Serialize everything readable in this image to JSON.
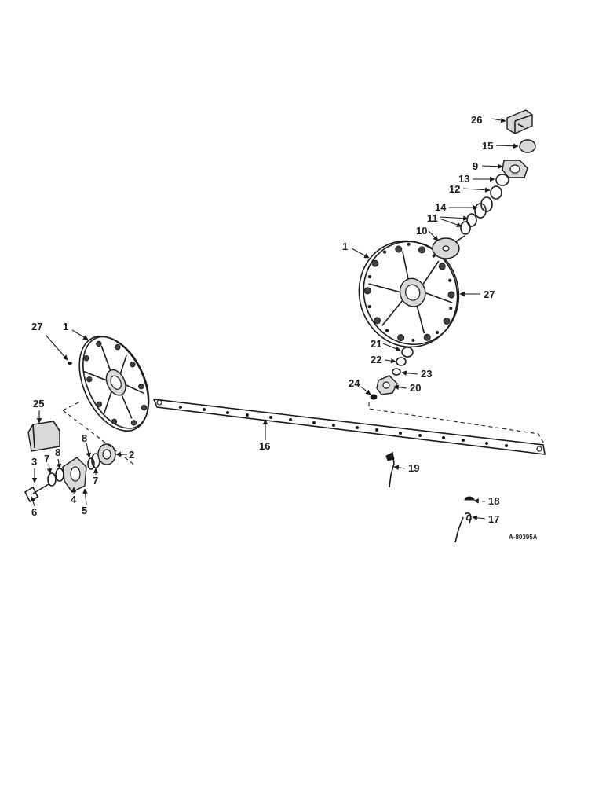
{
  "diagram": {
    "drawing_code": "A-80395A",
    "callouts": {
      "c1_left": "1",
      "c1_right": "1",
      "c2": "2",
      "c3": "3",
      "c4": "4",
      "c5": "5",
      "c6": "6",
      "c7_a": "7",
      "c7_b": "7",
      "c8_a": "8",
      "c8_b": "8",
      "c9": "9",
      "c10": "10",
      "c11": "11",
      "c12": "12",
      "c13": "13",
      "c14": "14",
      "c15": "15",
      "c16": "16",
      "c17": "17",
      "c18": "18",
      "c19": "19",
      "c20": "20",
      "c21": "21",
      "c22": "22",
      "c23": "23",
      "c24": "24",
      "c25": "25",
      "c26": "26",
      "c27_left": "27",
      "c27_right": "27"
    }
  }
}
